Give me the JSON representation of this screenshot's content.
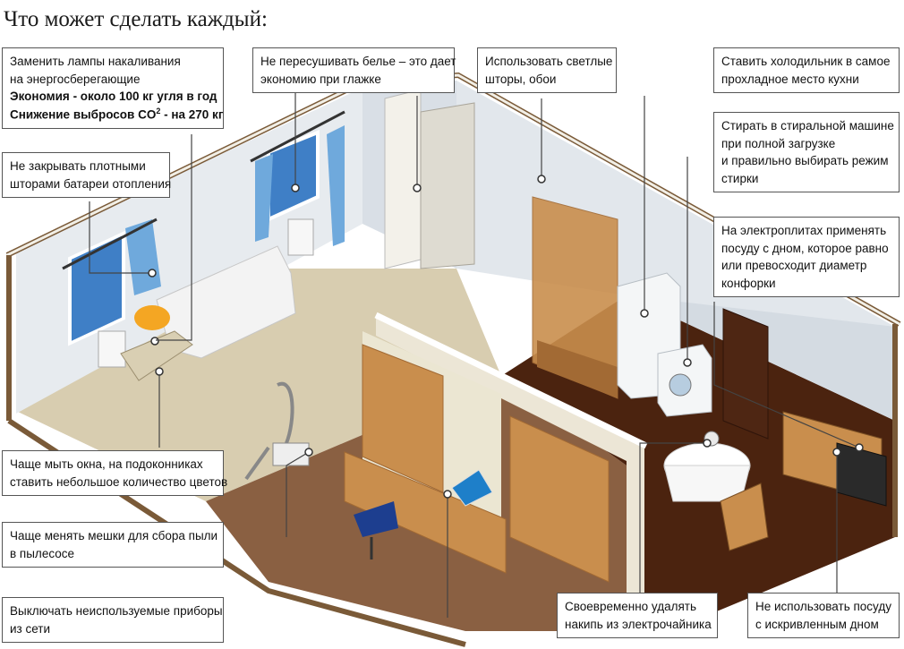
{
  "title": "Что может сделать каждый:",
  "callouts": {
    "lamps": {
      "lines": [
        "Заменить лампы накаливания",
        "на энергосберегающие"
      ],
      "economy": "Экономия - около 100 кг угля в год",
      "emission_prefix": "Снижение выбросов CO",
      "emission_sup": "2",
      "emission_suffix": " -  на 270 кг"
    },
    "laundry_dry": [
      "Не пересушивать белье – это дает",
      "экономию при глажке"
    ],
    "light_curtains": [
      "Использовать светлые",
      "шторы, обои"
    ],
    "fridge": [
      "Ставить холодильник в самое",
      "прохладное место кухни"
    ],
    "radiators": [
      "Не закрывать плотными",
      "шторами батареи отопления"
    ],
    "washing": [
      "Стирать в стиральной машине",
      "при полной загрузке",
      "и правильно выбирать режим",
      "стирки"
    ],
    "cookware": [
      "На электроплитах применять",
      "посуду с дном, которое равно",
      "или превосходит диаметр",
      "конфорки"
    ],
    "windows": [
      "Чаще мыть окна, на подоконниках",
      "ставить небольшое количество цветов"
    ],
    "vacuum": [
      "Чаще менять мешки для сбора пыли",
      "в пылесосе"
    ],
    "devices": [
      "Выключать неиспользуемые приборы",
      "из сети"
    ],
    "kettle": [
      "Своевременно удалять",
      "накипь из электрочайника"
    ],
    "curved_pots": [
      "Не использовать посуду",
      "с искривленным дном"
    ]
  },
  "colors": {
    "wall_light": "#e7ebef",
    "wall_shadow": "#cfd6de",
    "wall_cap": "#f6f6f3",
    "floor_room": "#d8cdb0",
    "floor_kitchen": "#4b230f",
    "floor_study": "#8a6042",
    "wood": "#c98e4d",
    "wood_dark": "#a26a34",
    "curtain": "#6fa9dc",
    "window_glass": "#3f7fc6"
  }
}
